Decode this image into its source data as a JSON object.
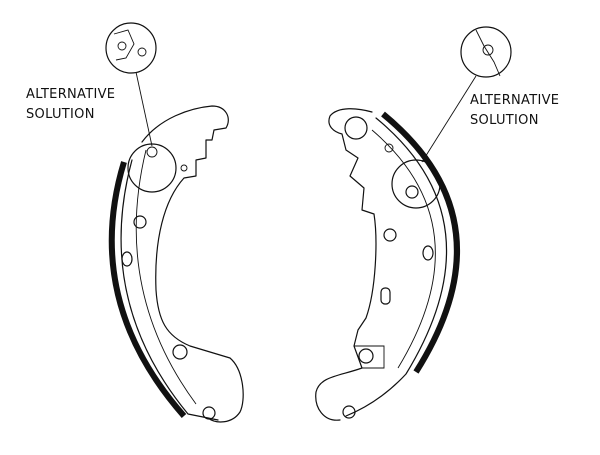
{
  "diagram": {
    "callout_left": {
      "line1": "ALTERNATIVE",
      "line2": "SOLUTION"
    },
    "callout_right": {
      "line1": "ALTERNATIVE",
      "line2": "SOLUTION"
    },
    "line_color": "#111111",
    "background": "#ffffff"
  }
}
